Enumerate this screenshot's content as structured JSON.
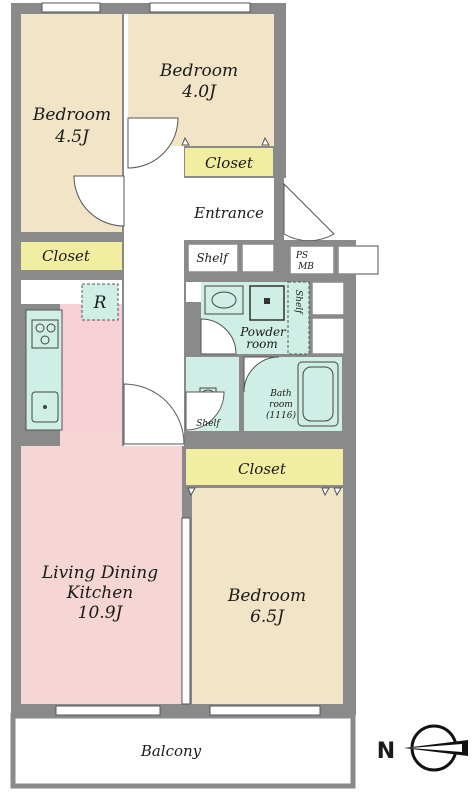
{
  "colors": {
    "wall": "#8a8a8a",
    "bedroom": "#f2e4c6",
    "closet": "#f1eea2",
    "ldk": "#f6d5d5",
    "kitchen": "#f7cfd6",
    "wet": "#cfeee5",
    "corridor": "#ffffff",
    "balcony": "#ffffff"
  },
  "rooms": {
    "bedroom_a": {
      "name": "Bedroom",
      "size": "4.5J"
    },
    "bedroom_b": {
      "name": "Bedroom",
      "size": "4.0J"
    },
    "bedroom_c": {
      "name": "Bedroom",
      "size": "6.5J"
    },
    "ldk": {
      "line1": "Living Dining",
      "line2": "Kitchen",
      "size": "10.9J"
    },
    "closet_top": "Closet",
    "closet_left": "Closet",
    "closet_lower": "Closet",
    "entrance": "Entrance",
    "shelf_entrance": "Shelf",
    "ps": "PS",
    "mb": "MB",
    "refrigerator": "R",
    "powder_line1": "Powder",
    "powder_line2": "room",
    "shelf_powder": "Shelf",
    "bath_line1": "Bath",
    "bath_line2": "room",
    "bath_size": "(1116)",
    "shelf_toilet": "Shelf",
    "balcony": "Balcony"
  },
  "compass": {
    "label": "N",
    "icon": "north-arrow-icon"
  }
}
